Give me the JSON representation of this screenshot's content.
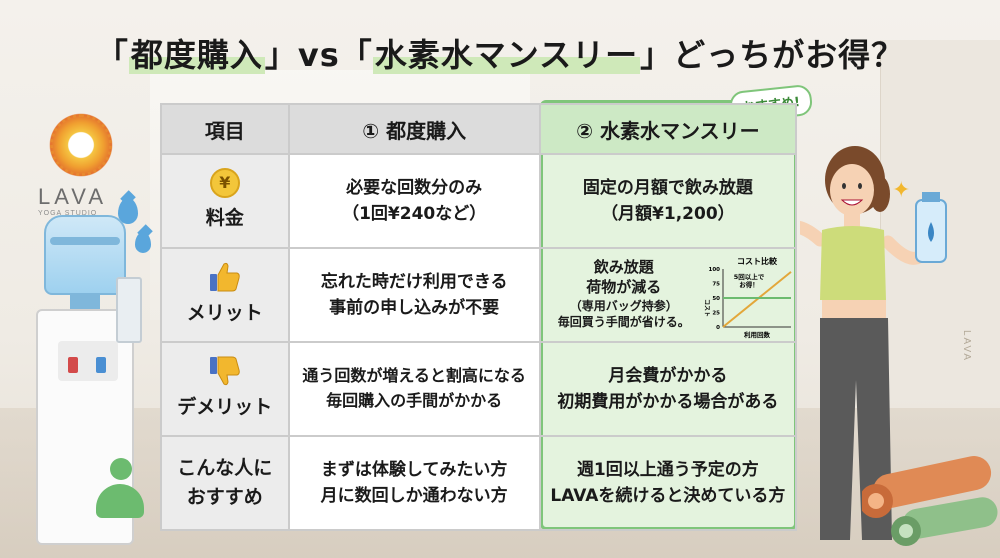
{
  "title": {
    "prefix": "「",
    "a": "都度購入",
    "mid": "」vs「",
    "b": "水素水マンスリー",
    "suffix": "」どっちがお得？"
  },
  "logo": {
    "name": "LAVA",
    "sub": "YOGA STUDIO"
  },
  "badge": "おすすめ!",
  "table": {
    "headers": [
      "項目",
      "① 都度購入",
      "② 水素水マンスリー"
    ],
    "rows": [
      {
        "icon": "yen-coin-icon",
        "label": "料金",
        "col1_line1": "必要な回数分のみ",
        "col1_line2": "（1回¥240など）",
        "col2_line1": "固定の月額で飲み放題",
        "col2_line2": "（月額¥1,200）"
      },
      {
        "icon": "thumbs-up-icon",
        "label": "メリット",
        "col1_line1": "忘れた時だけ利用できる",
        "col1_line2": "事前の申し込みが不要",
        "col2_line1": "飲み放題",
        "col2_line2": "荷物が減る",
        "col2_line3": "（専用バッグ持参）",
        "col2_line4": "毎回買う手間が省ける。"
      },
      {
        "icon": "thumbs-down-icon",
        "label": "デメリット",
        "col1_line1": "通う回数が増えると割高になる",
        "col1_line2": "毎回購入の手間がかかる",
        "col2_line1": "月会費がかかる",
        "col2_line2": "初期費用がかかる場合がある"
      },
      {
        "icon": "",
        "label_line1": "こんな人に",
        "label_line2": "おすすめ",
        "col1_line1": "まずは体験してみたい方",
        "col1_line2": "月に数回しか通わない方",
        "col2_line1": "週1回以上通う予定の方",
        "col2_line2": "LAVAを続けると決めている方"
      }
    ]
  },
  "mini_chart": {
    "title": "コスト比較",
    "annotation_line1": "5回以上で",
    "annotation_line2": "お得！",
    "ylabel": "コスト",
    "xlabel": "利用回数",
    "y_ticks": [
      "100",
      "75",
      "50",
      "25",
      "0"
    ],
    "colors": {
      "per_use": "#e3a73a",
      "monthly": "#6cbb6f"
    }
  },
  "chart_data": {
    "type": "line",
    "title": "コスト比較",
    "xlabel": "利用回数",
    "ylabel": "コスト",
    "ylim": [
      0,
      100
    ],
    "y_ticks": [
      0,
      25,
      50,
      75,
      100
    ],
    "series": [
      {
        "x": [
          0,
          10
        ],
        "values": [
          0,
          95
        ]
      },
      {
        "x": [
          0,
          10
        ],
        "values": [
          50,
          50
        ]
      }
    ],
    "annotation": "5回以上でお得！"
  },
  "wall_text": "LAVA",
  "colors": {
    "accent_green": "#7fc57a",
    "header_gray": "#dcdcdc",
    "highlight": "#cfe9b9"
  }
}
